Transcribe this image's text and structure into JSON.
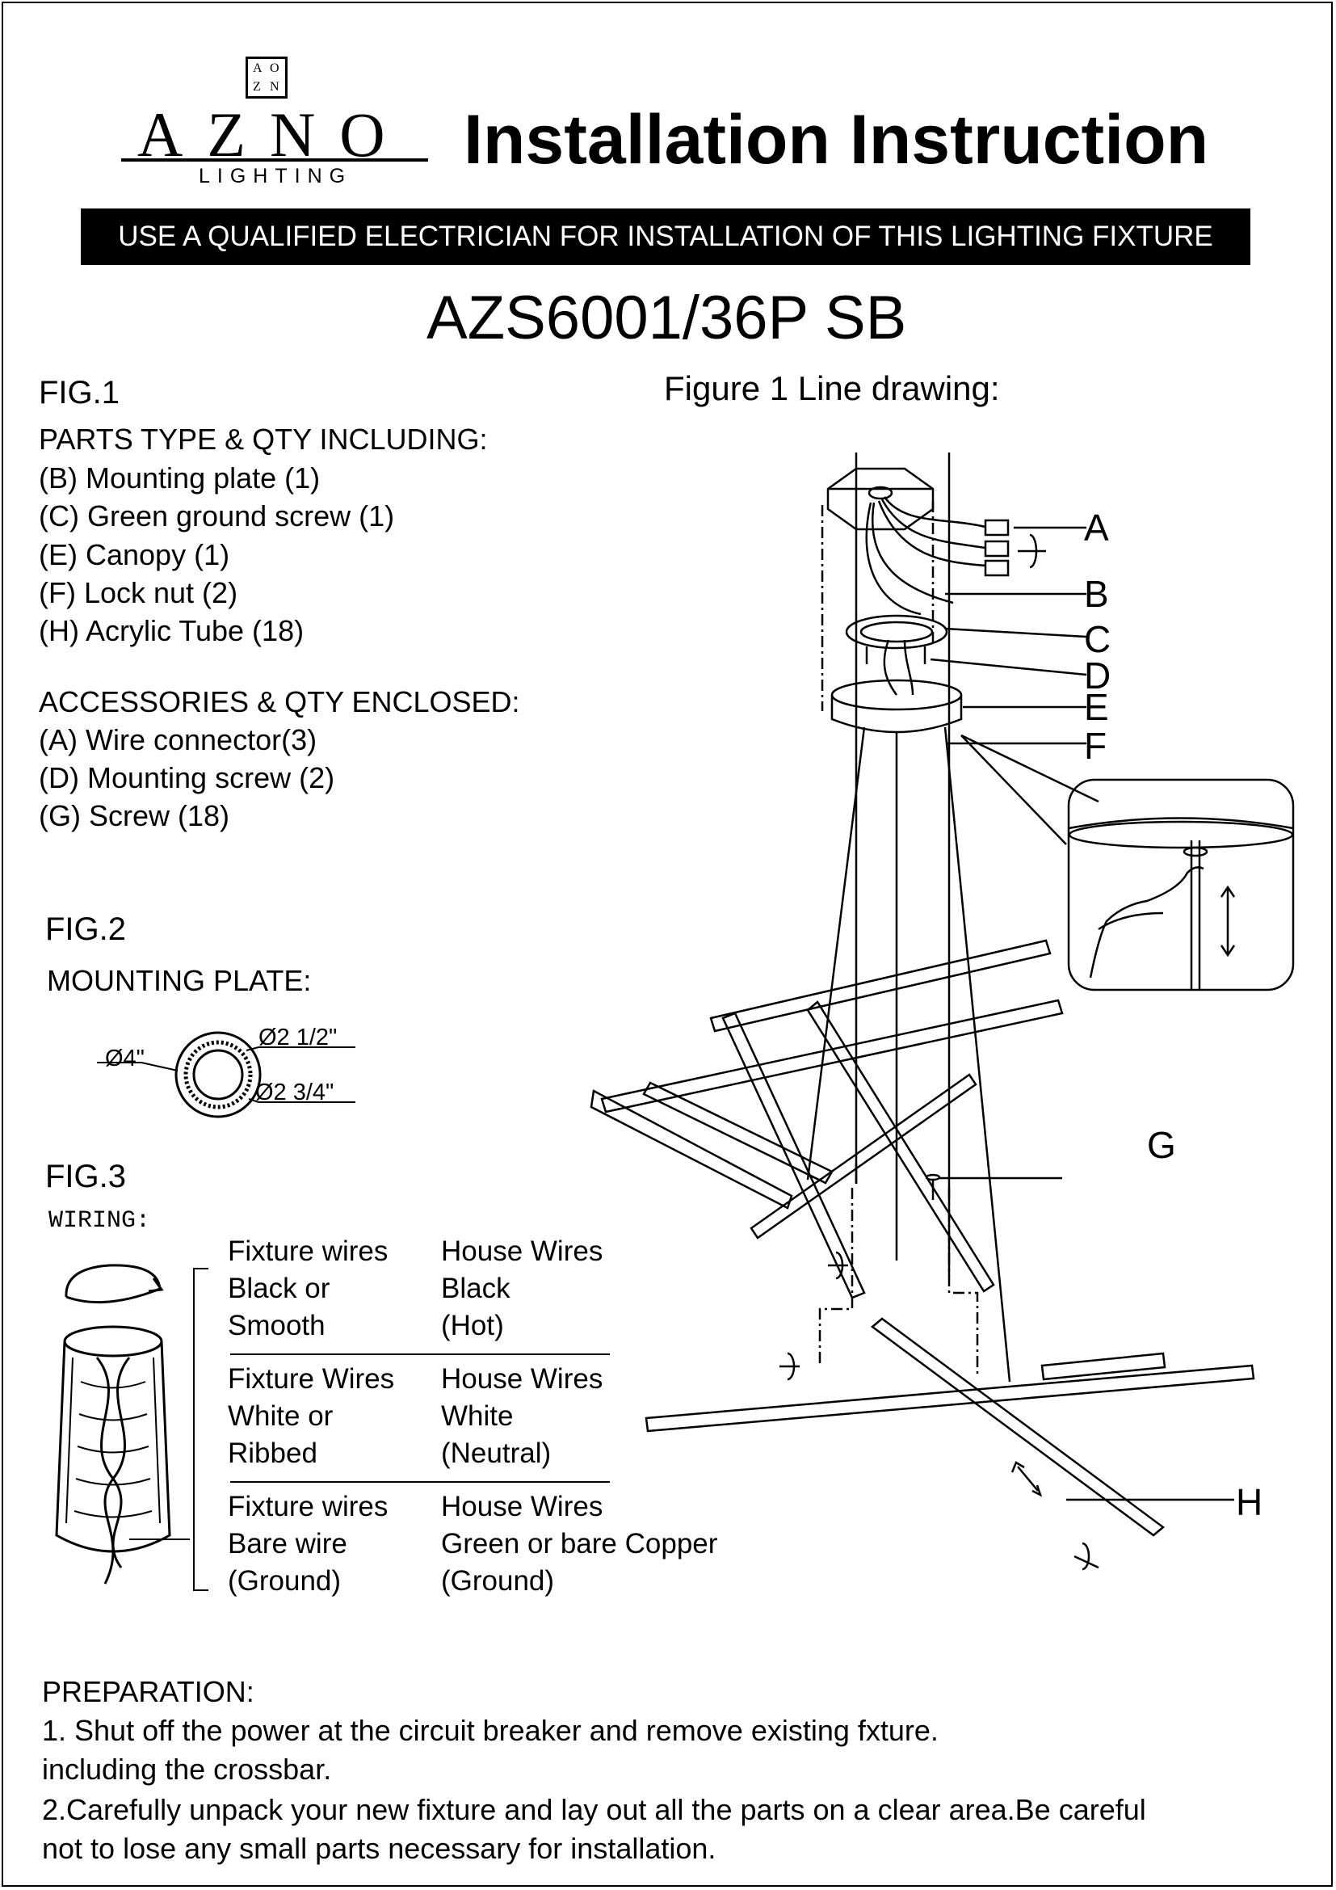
{
  "brand": {
    "logo_letters": [
      "A",
      "O",
      "Z",
      "N"
    ],
    "name": "AZNO",
    "subtitle": "LIGHTING"
  },
  "header": {
    "title": "Installation Instruction",
    "banner": "USE A QUALIFIED ELECTRICIAN FOR INSTALLATION OF THIS LIGHTING FIXTURE",
    "model": "AZS6001/36P SB"
  },
  "fig1": {
    "label": "FIG.1",
    "drawing_title": "Figure 1 Line drawing:",
    "parts_heading": "PARTS TYPE & QTY INCLUDING:",
    "parts": [
      "(B) Mounting plate (1)",
      "(C) Green ground screw (1)",
      "(E) Canopy (1)",
      "(F) Lock nut (2)",
      "(H) Acrylic Tube (18)"
    ],
    "accessories_heading": "ACCESSORIES & QTY ENCLOSED:",
    "accessories": [
      "(A) Wire connector(3)",
      "(D) Mounting screw  (2)",
      "(G) Screw  (18)"
    ],
    "callouts": [
      "A",
      "B",
      "C",
      "D",
      "E",
      "F",
      "G",
      "H"
    ]
  },
  "fig2": {
    "label": "FIG.2",
    "heading": "MOUNTING PLATE:",
    "dims": {
      "outer": "Ø4\"",
      "inner": "Ø2 1/2\"",
      "middle": "Ø2 3/4\""
    }
  },
  "fig3": {
    "label": "FIG.3",
    "heading": "WIRING:",
    "rows": [
      {
        "fixture": "Fixture wires\nBlack or\nSmooth",
        "house": "House Wires\nBlack\n(Hot)"
      },
      {
        "fixture": "Fixture Wires\nWhite or\nRibbed",
        "house": "House Wires\nWhite\n(Neutral)"
      },
      {
        "fixture": "Fixture wires\nBare wire\n(Ground)",
        "house": "House Wires\nGreen or bare Copper\n(Ground)"
      }
    ]
  },
  "preparation": {
    "heading": "PREPARATION:",
    "lines": [
      "1. Shut off the power at the circuit breaker and remove existing fxture.",
      "including the crossbar.",
      "2.Carefully unpack your new fixture and lay out all the parts on a clear area.Be careful",
      "not to lose any small parts necessary for installation."
    ]
  }
}
